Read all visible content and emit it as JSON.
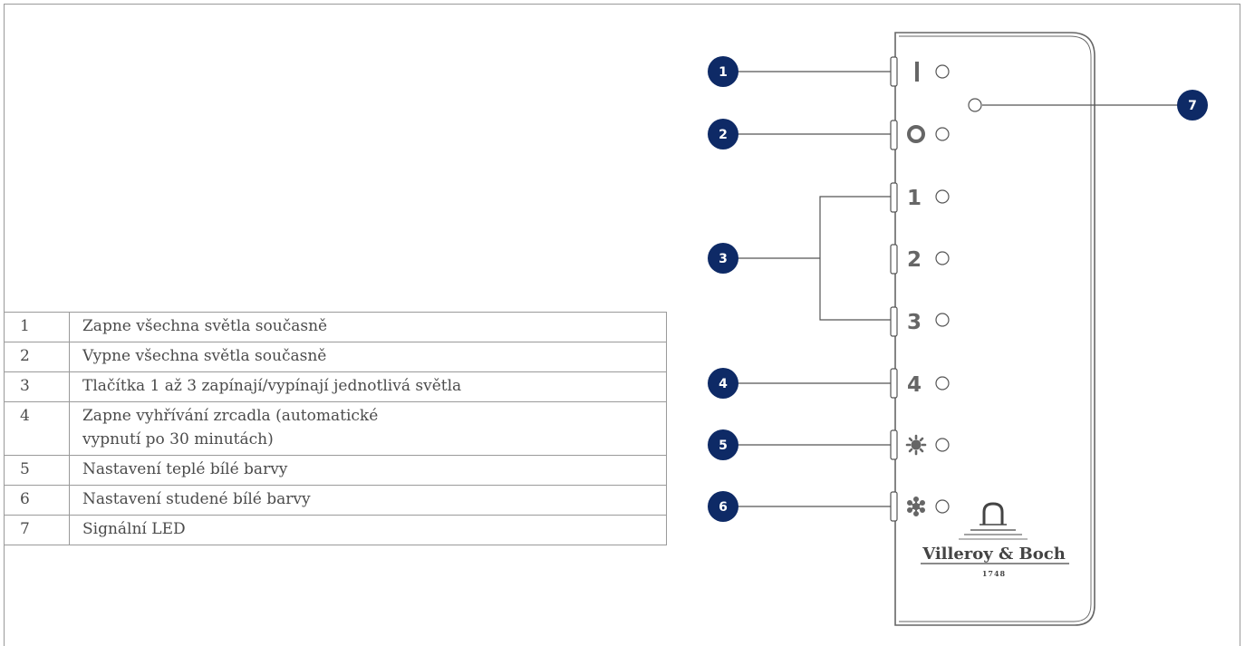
{
  "legend": {
    "rows": [
      {
        "number": "1",
        "text": "Zapne všechna světla současně"
      },
      {
        "number": "2",
        "text": "Vypne všechna světla současně"
      },
      {
        "number": "3",
        "text": "Tlačítka 1 až 3 zapínají/vypínají jednotlivá světla"
      },
      {
        "number": "4",
        "text": "Zapne vyhřívání zrcadla (automatické",
        "text2": "vypnutí po 30 minutách)"
      },
      {
        "number": "5",
        "text": "Nastavení teplé bílé barvy"
      },
      {
        "number": "6",
        "text": "Nastavení studené bílé barvy"
      },
      {
        "number": "7",
        "text": "Signální LED"
      }
    ]
  },
  "diagram": {
    "callouts": [
      "1",
      "2",
      "3",
      "4",
      "5",
      "6",
      "7"
    ],
    "panel_keys": {
      "key1": "1",
      "key2": "2",
      "key3": "3",
      "key4": "4"
    },
    "icons": {
      "on": "on-bar-icon",
      "off": "off-ring-icon",
      "warm": "sun-icon",
      "cold": "snowflake-icon",
      "logo": "villeroy-boch-logo"
    },
    "logo": {
      "brand": "Villeroy & Boch",
      "year": "1748"
    }
  },
  "colors": {
    "badge": "#0e2a66",
    "line": "#555555",
    "panel_border": "#666666",
    "table_border": "#9a9a9a",
    "text": "#4b4b4b"
  }
}
